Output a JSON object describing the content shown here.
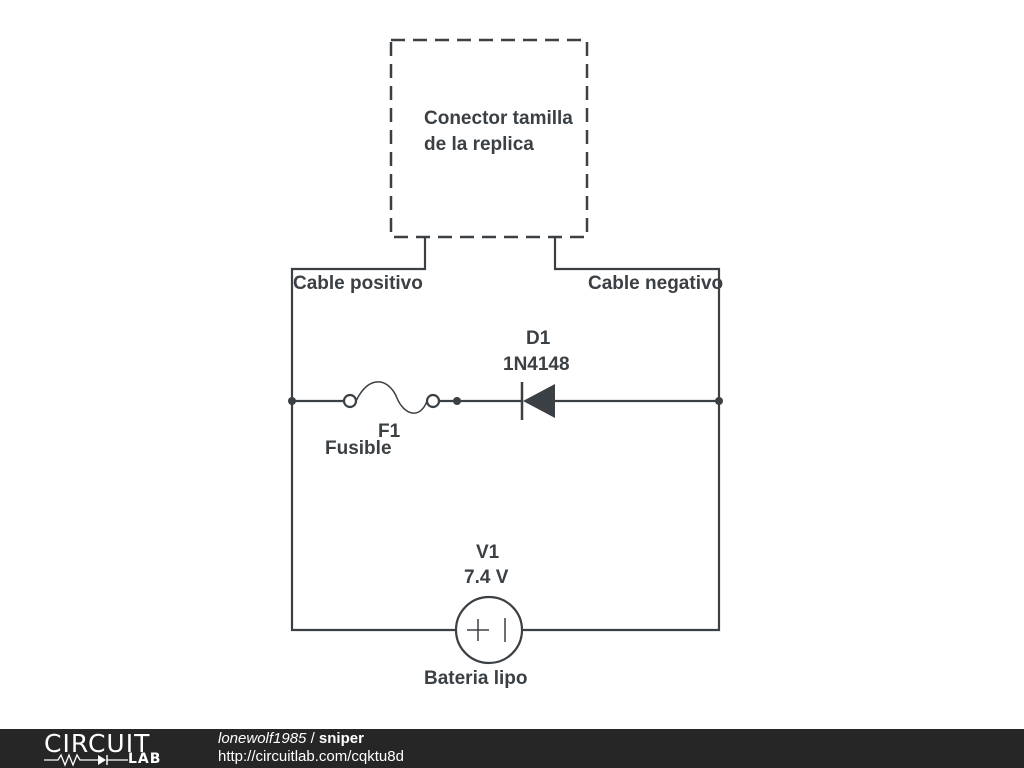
{
  "diagram": {
    "connector_label_line1": "Conector tamilla",
    "connector_label_line2": "de la replica",
    "positive_cable_label": "Cable positivo",
    "negative_cable_label": "Cable negativo",
    "diode_ref": "D1",
    "diode_part": "1N4148",
    "fuse_ref": "F1",
    "fuse_name": "Fusible",
    "source_ref": "V1",
    "source_value": "7.4 V",
    "source_name": "Bateria lipo"
  },
  "footer": {
    "logo_word1": "CIRCUIT",
    "logo_word2": "LAB",
    "user": "lonewolf1985",
    "separator": " / ",
    "title": "sniper",
    "url": "http://circuitlab.com/cqktu8d"
  },
  "colors": {
    "ink": "#3b4045",
    "footer_bg": "#262626"
  }
}
